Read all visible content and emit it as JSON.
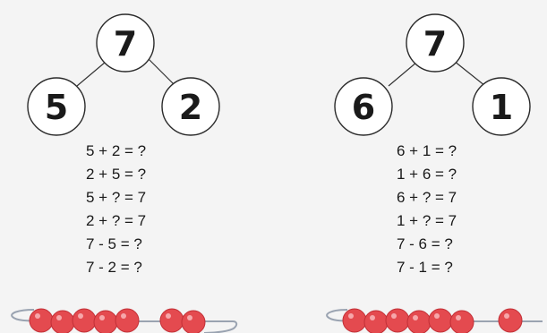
{
  "panels": [
    {
      "total": "7",
      "left_part": "5",
      "right_part": "2",
      "equations": [
        "5 + 2 = ?",
        "2 + 5 = ?",
        "5 + ? = 7",
        "2 + ? = 7",
        "7 - 5 = ?",
        "7 - 2 = ?"
      ],
      "beads": {
        "left_group": 5,
        "right_group": 2
      }
    },
    {
      "total": "7",
      "left_part": "6",
      "right_part": "1",
      "equations": [
        "6 + 1 = ?",
        "1 + 6 = ?",
        "6 + ? = 7",
        "1 + ? = 7",
        "7 - 6 = ?",
        "7 - 1 = ?"
      ],
      "beads": {
        "left_group": 6,
        "right_group": 1
      }
    }
  ],
  "colors": {
    "bead": "#e44a4f",
    "bead_outline": "#c22f36",
    "string": "#9aa3b1",
    "background": "#f4f4f4"
  }
}
